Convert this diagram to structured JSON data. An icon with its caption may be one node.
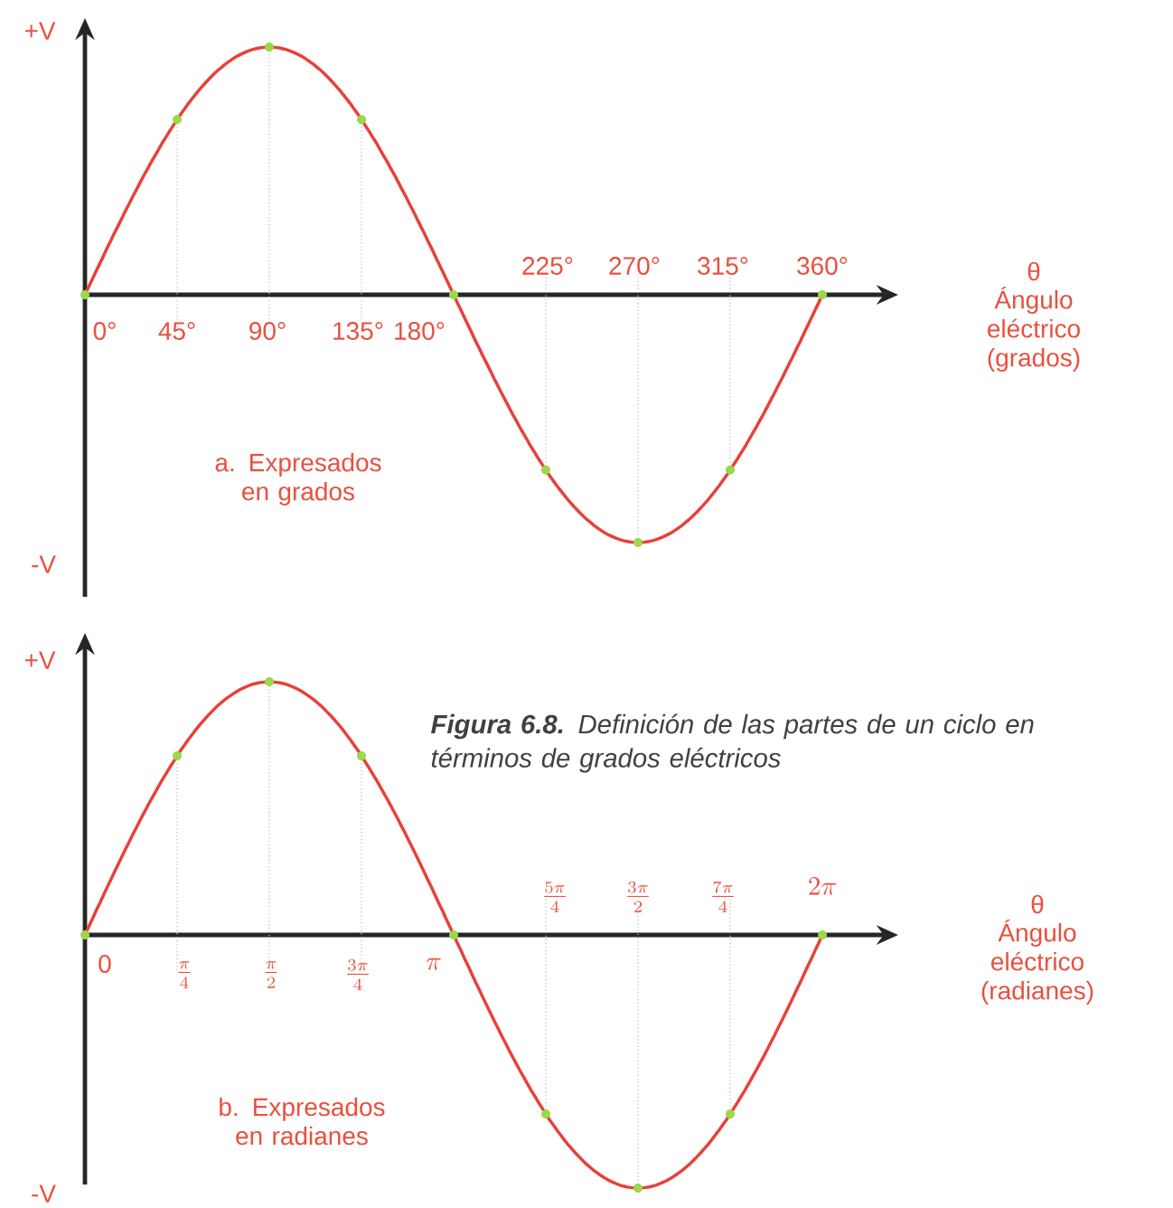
{
  "diagram": {
    "caption": "**Figura 6.8.** Definición de las partes de un ciclo en términos de grados eléctricos",
    "labels": [
      "+V",
      "0°",
      "45°",
      "90°",
      "135°",
      "180°",
      "225°",
      "270°",
      "315°",
      "360°",
      "θ",
      "Ángulo eléctrico (grados)",
      "a. Expresados en grados",
      "-V",
      "+V",
      "0",
      "\\frac{\\pi}{4}",
      "\\frac{\\pi}{2}",
      "\\frac{3\\pi}{4}",
      "\\pi",
      "\\frac{5\\pi}{4}",
      "\\frac{3\\pi}{2}",
      "\\frac{7\\pi}{4}",
      "2\\pi",
      "θ",
      "Ángulo eléctrico (radianes)",
      "b. Expresados en radianes",
      "-V"
    ]
  }
}
